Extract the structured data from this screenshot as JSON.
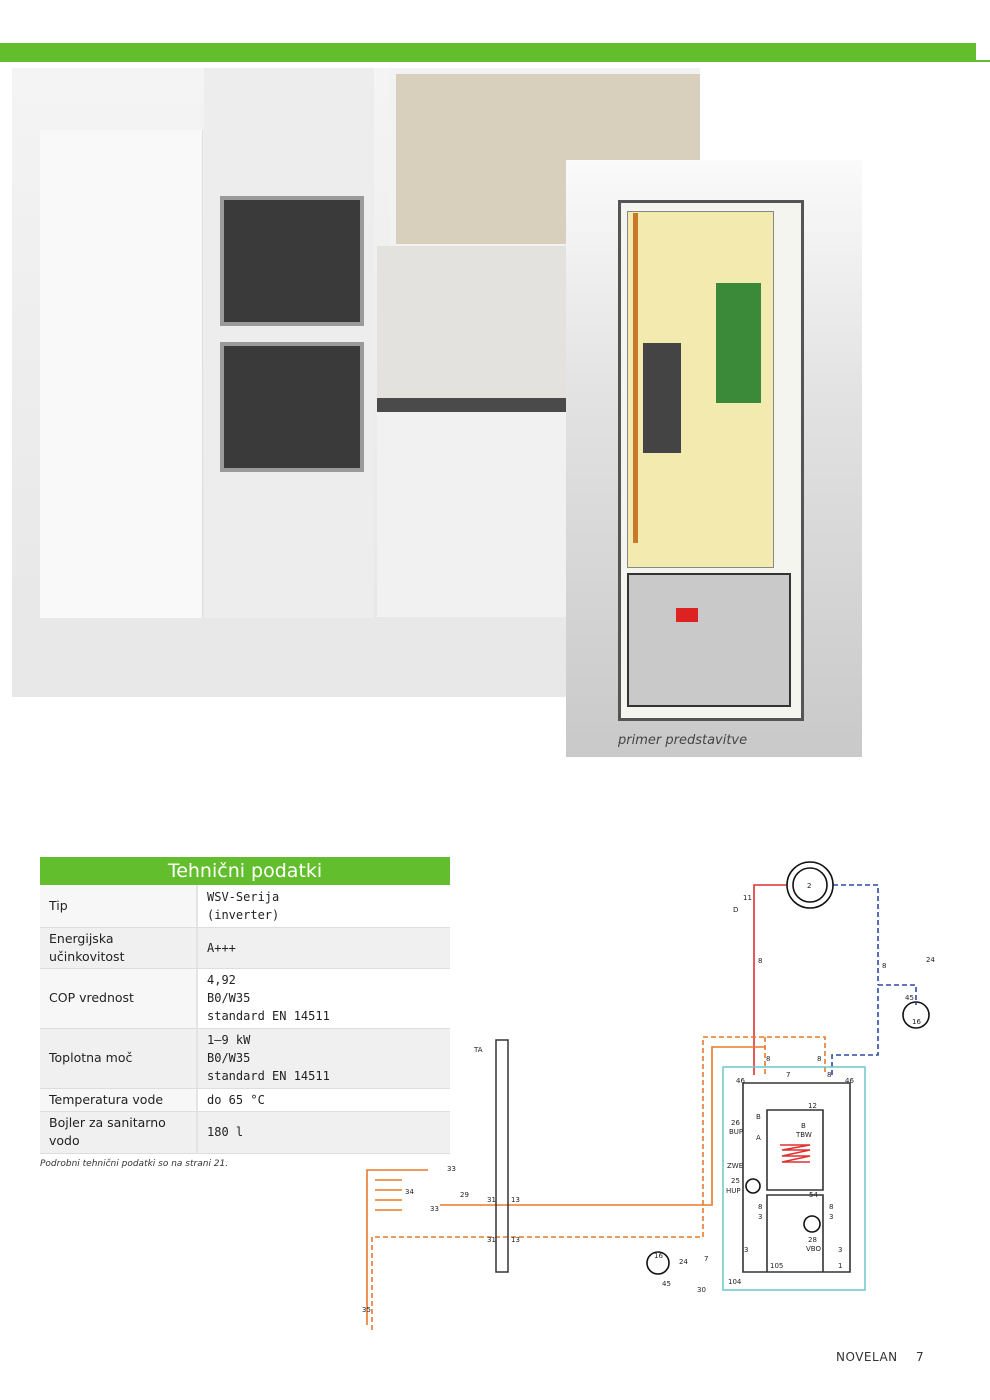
{
  "photo": {
    "caption": "primer predstavitve"
  },
  "table": {
    "title": "Tehnični podatki",
    "rows": [
      {
        "label": "Tip",
        "values": [
          "WSV-Serija",
          "(inverter)"
        ]
      },
      {
        "label": "Energijska učinkovitost",
        "values": [
          "A+++"
        ]
      },
      {
        "label": "COP vrednost",
        "values": [
          "4,92",
          "B0/W35",
          "standard EN 14511"
        ]
      },
      {
        "label": "Toplotna moč",
        "values": [
          "1–9 kW",
          "B0/W35",
          "standard EN 14511"
        ]
      },
      {
        "label": "Temperatura vode",
        "values": [
          "do 65 °C"
        ]
      },
      {
        "label": "Bojler za sanitarno vodo",
        "values": [
          "180 l"
        ]
      }
    ],
    "footnote": "Podrobni tehnični podatki so na strani 21."
  },
  "diagram": {
    "labels": [
      "2",
      "11",
      "D",
      "8",
      "8",
      "24",
      "45",
      "16",
      "TA",
      "8",
      "8",
      "46",
      "7",
      "8",
      "46",
      "12",
      "26",
      "BUP",
      "B",
      "A",
      "B",
      "TBW",
      "ZWE",
      "25",
      "HUP",
      "54",
      "8",
      "8",
      "3",
      "3",
      "28",
      "VBO",
      "3",
      "3",
      "105",
      "1",
      "104",
      "33",
      "34",
      "29",
      "31",
      "13",
      "33",
      "31",
      "13",
      "16",
      "24",
      "45",
      "7",
      "30",
      "35"
    ],
    "colors": {
      "supply": "#e03030",
      "return": "#2b4aa8",
      "ground": "#e87a2c",
      "frame": "#6cc6cc"
    }
  },
  "footer": {
    "brand": "NOVELAN",
    "page": "7"
  }
}
